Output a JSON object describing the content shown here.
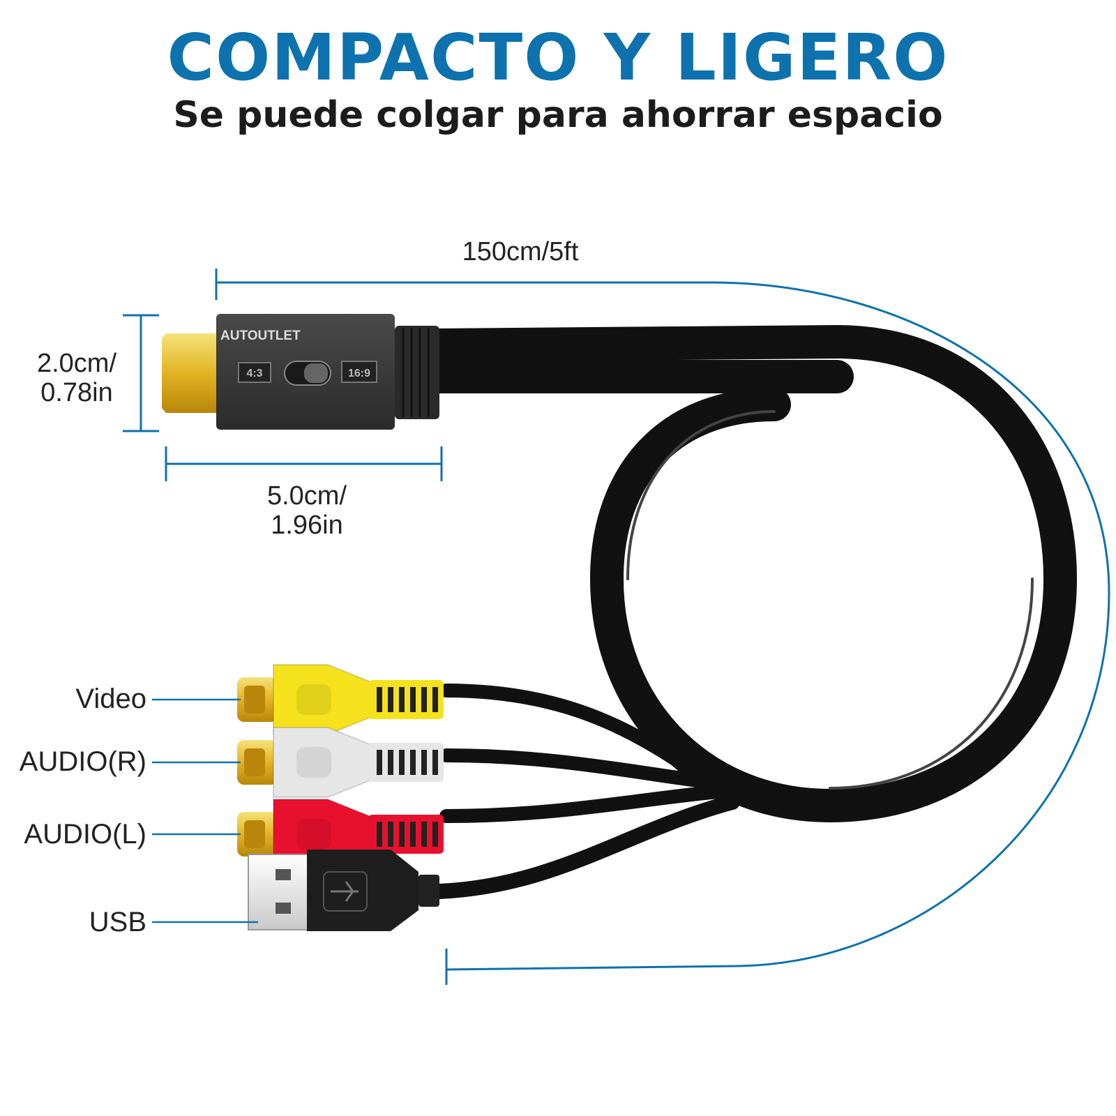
{
  "title": "COMPACTO Y LIGERO",
  "subtitle": "Se puede colgar para ahorrar espacio",
  "dimensions": {
    "cable_length": "150cm/5ft",
    "height_line1": "2.0cm/",
    "height_line2": "0.78in",
    "width_line1": "5.0cm/",
    "width_line2": "1.96in"
  },
  "adapter": {
    "brand": "AUTOUTLET",
    "switch_left": "4:3",
    "switch_right": "16:9"
  },
  "ports": [
    {
      "label": "Video",
      "color": "#f5e21c"
    },
    {
      "label": "AUDIO(R)",
      "color": "#e6e6e6"
    },
    {
      "label": "AUDIO(L)",
      "color": "#e8112d"
    },
    {
      "label": "USB",
      "color": "#1e1e1e"
    }
  ],
  "colors": {
    "accent": "#0d72ad",
    "cable": "#1a1a1a",
    "gold": "#e2b423"
  }
}
